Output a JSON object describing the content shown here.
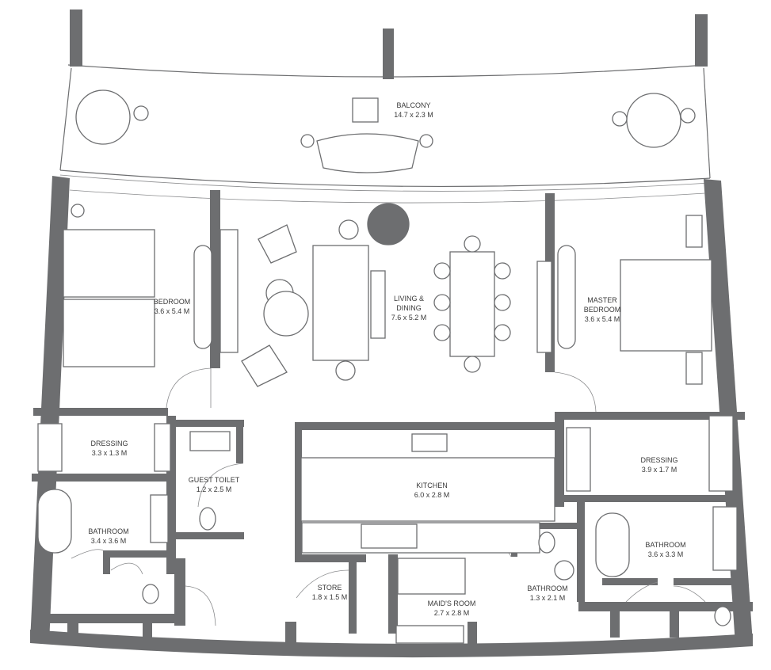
{
  "rooms": [
    {
      "name": "BALCONY",
      "size": "14.7 x 2.3 M"
    },
    {
      "name": "BEDROOM",
      "size": "3.6 x 5.4 M"
    },
    {
      "name": "LIVING &",
      "name2": "DINING",
      "size": "7.6 x 5.2 M"
    },
    {
      "name": "MASTER",
      "name2": "BEDROOM",
      "size": "3.6 x 5.4 M"
    },
    {
      "name": "DRESSING",
      "size": "3.3 x 1.3 M"
    },
    {
      "name": "GUEST TOILET",
      "size": "1.2 x 2.5 M"
    },
    {
      "name": "KITCHEN",
      "size": "6.0 x 2.8 M"
    },
    {
      "name": "DRESSING",
      "size": "3.9 x 1.7 M"
    },
    {
      "name": "BATHROOM",
      "size": "3.4 x 3.6 M"
    },
    {
      "name": "BATHROOM",
      "size": "3.6 x 3.3 M"
    },
    {
      "name": "STORE",
      "size": "1.8 x 1.5 M"
    },
    {
      "name": "MAID'S ROOM",
      "size": "2.7 x 2.8 M"
    },
    {
      "name": "BATHROOM",
      "size": "1.3 x 2.1 M"
    }
  ],
  "colors": {
    "wall": "#6d6e70",
    "background": "#ffffff"
  }
}
